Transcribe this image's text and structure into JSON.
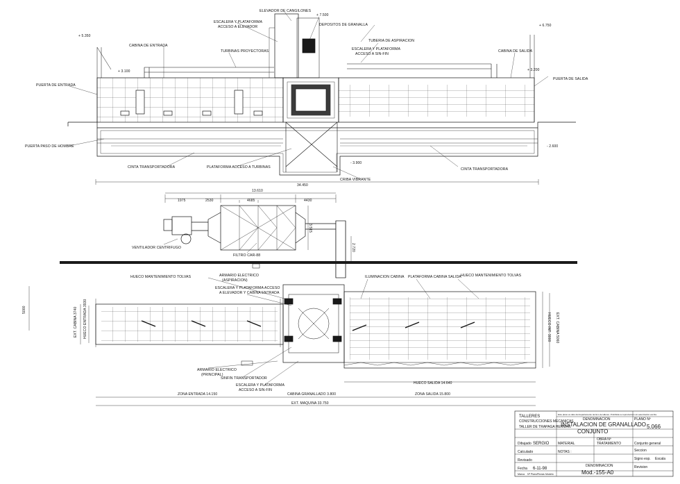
{
  "elevation_labels": {
    "elevador": "ELEVADOR DE CANGILONES",
    "escalera_elev": "ESCALERA Y PLATAFORMA",
    "escalera_elev2": "ACCESO A ELEVADOR",
    "depositos": "DEPOSITOS DE GRANALLA",
    "tuberia": "TUBERIA DE ASPIRACION",
    "escalera_sinfin": "ESCALERA Y PLATAFORMA",
    "escalera_sinfin2": "ACCESO A SIN-FIN",
    "cabina_entrada": "CABINA DE ENTRADA",
    "turbinas": "TURBINAS PROYECTORAS",
    "cabina_salida": "CABINA DE SALIDA",
    "puerta_entrada": "PUERTA DE ENTRADA",
    "puerta_salida": "PUERTA DE SALIDA",
    "puerta_hombre": "PUERTA PASO DE HOMBRE",
    "cinta_l": "CINTA TRANSPORTADORA",
    "plataforma_turbinas": "PLATAFORMA ACCESO A TURBINAS",
    "criba": "CRIBA VIBRANTE",
    "cinta_r": "CINTA TRANSPORTADORA"
  },
  "elevation_dims": {
    "lvl_7500": "+ 7.500",
    "lvl_5350": "+ 5.350",
    "lvl_6750": "+ 6.750",
    "lvl_3100": "+ 3.100",
    "lvl_3200": "+ 3.200",
    "lvl_2600": "- 2.600",
    "lvl_3900": "- 3.900",
    "total": "34.450"
  },
  "filter_labels": {
    "ventilador": "VENTILADOR CENTRIFUGO",
    "filtro": "FILTRO CAR-88",
    "d_total": "13.610",
    "d1": "1975",
    "d2": "2530",
    "d3": "4685",
    "d4": "4430",
    "d_h": "3.515",
    "d_v": "2.720"
  },
  "plan_labels": {
    "hueco_l": "HUECO MANTENIMIENTO TOLVAS",
    "armario_asp": "ARMARIO ELECTRICO",
    "armario_asp2": "(ASPIRACION)",
    "escalera_cab": "ESCALERA Y PLATAFORMA ACCESO",
    "escalera_cab2": "A ELEVADOR Y CABINA ENTRADA",
    "iluminacion": "ILUMINACION CABINA",
    "plataforma_salida": "PLATAFORMA CABINA SALIDA",
    "hueco_r": "HUECO MANTENIMIENTO TOLVAS",
    "armario_ppal": "ARMARIO ELECTRICO",
    "armario_ppal2": "(PRINCIPAL)",
    "sinfin": "SINFIN TRANSPORTADOR",
    "escalera_sf": "ESCALERA Y PLATAFORMA",
    "escalera_sf2": "ACCESO A SIN-FIN",
    "hueco_salida": "HUECO SALIDA 14.640",
    "zona_entrada": "ZONA ENTRADA 14.150",
    "cabina_gran": "CABINA GRANALLADO 3.800",
    "zona_salida": "ZONA SALIDA 15.800",
    "ext_maquina": "EXT. MAQUINA 33.750",
    "d_5000": "5000",
    "ext_cab_l": "EXT. CABINA 3740",
    "hueco_ent": "HUECO ENTRADA 3930",
    "hueco_int": "HUECO INT. 3000",
    "ext_cab_r": "EXT. CABINA 5060"
  },
  "title_block": {
    "company": "TALLERES",
    "company_sub": "CONSTRUCCIONES MECANICAS",
    "workshop": "TALLER DE TRAPAGA HERMAN",
    "top_note": "Este plano es dato del departamento técnico de talleres. Prohibida su reproducción sin autorización escrita.",
    "denominacion_lbl": "DENOMINACION",
    "title_1": "INSTALACION DE GRANALLADO",
    "title_2": "CONJUNTO",
    "plano_lbl": "PLANO Nº",
    "plano_no": "5.066",
    "dibujado_lbl": "Dibujado",
    "dibujado": "SERGIO",
    "material_lbl": "MATERIAL",
    "obra_lbl": "OBRA Nº",
    "tratamiento_lbl": "TRATAMIENTO",
    "conjunto_lbl": "Conjunto general",
    "seccion_lbl": "Seccion",
    "calculado_lbl": "Calculado",
    "revisado_lbl": "Revisado",
    "notas_lbl": "NOTAS :",
    "fecha_lbl": "Fecha",
    "fecha": "6-11-98",
    "signo_lbl": "Signo esp.",
    "escala_lbl": "Escala",
    "marca_lbl": "Marca",
    "nplano_lbl": "Nº Plano",
    "piezas_lbl": "Piezas",
    "modelo_lbl": "Modelo",
    "denom2_lbl": "DENOMINACION",
    "mod": "Mod.-155-A0",
    "revision_lbl": "Revision"
  },
  "colors": {
    "line": "#111111",
    "paper": "#ffffff",
    "fill_dark": "#1a1a1a",
    "fill_gray": "#d8d8d8"
  }
}
